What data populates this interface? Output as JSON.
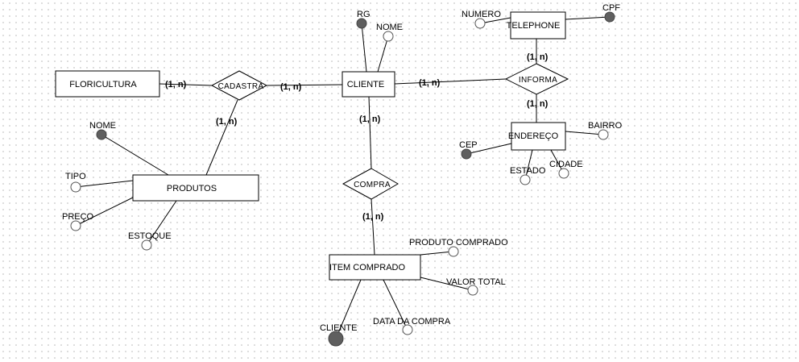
{
  "entities": {
    "floricultura": "FLORICULTURA",
    "cliente": "CLIENTE",
    "telephone": "TELEPHONE",
    "endereco": "ENDEREÇO",
    "produtos": "PRODUTOS",
    "item_comprado": "ITEM COMPRADO"
  },
  "relationships": {
    "cadastra": "CADASTRA",
    "informa": "INFORMA",
    "compra": "COMPRA"
  },
  "cardinalities": {
    "floricultura_cadastra": "(1, n)",
    "cadastra_cliente": "(1, n)",
    "cadastra_produtos": "(1, n)",
    "cliente_informa": "(1, n)",
    "telephone_informa": "(1, n)",
    "informa_endereco": "(1, n)",
    "cliente_compra": "(1, n)",
    "compra_item": "(1, n)"
  },
  "attributes": {
    "rg": "RG",
    "nome_cliente": "NOME",
    "numero": "NUMERO",
    "cpf": "CPF",
    "bairro": "BAIRRO",
    "cep": "CEP",
    "estado": "ESTADO",
    "cidade": "CIDADE",
    "nome_produto": "NOME",
    "tipo": "TIPO",
    "preco": "PREÇO",
    "estoque": "ESTOQUE",
    "produto_comprado": "PRODUTO COMPRADO",
    "valor_total": "VALOR TOTAL",
    "data_da_compra": "DATA DA COMPRA",
    "cliente_item": "CLIENTE"
  },
  "colors": {
    "key_attribute_fill": "#5f5f5f",
    "attribute_fill": "#ffffff",
    "line": "#000000"
  }
}
